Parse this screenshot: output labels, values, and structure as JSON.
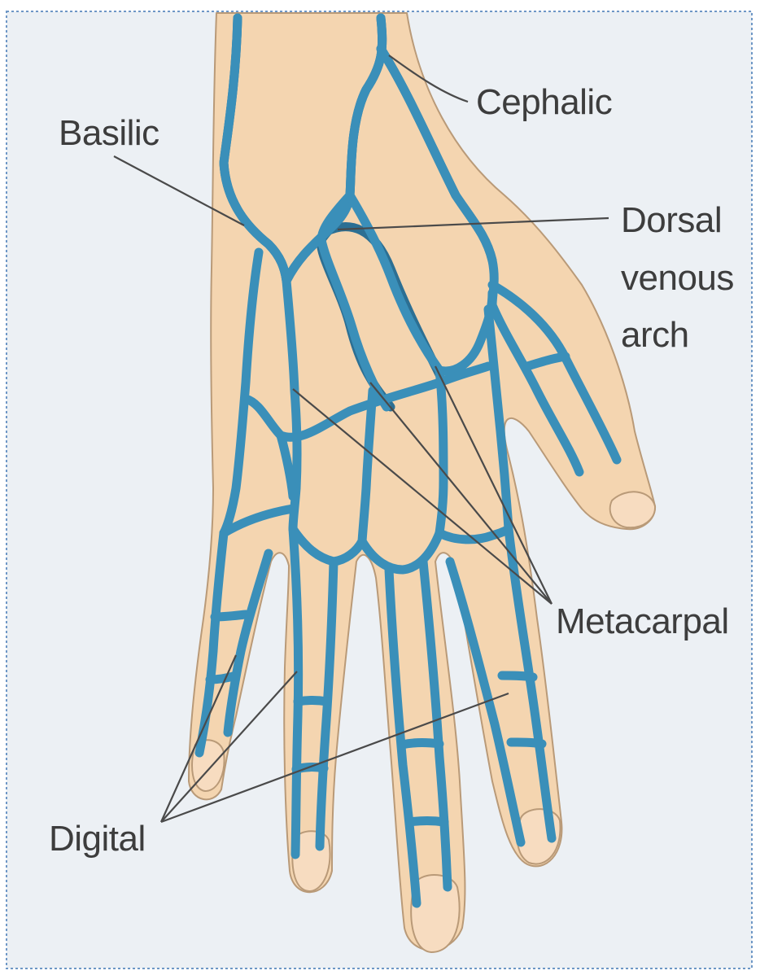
{
  "colors": {
    "background": "#ecf0f4",
    "border": "#6e97c6",
    "skin": "#f4d5b0",
    "skin_outline": "#b99a78",
    "vein": "#3a8fb9",
    "vein_edge": "#2c6f93",
    "leader_line": "#4a4a4a",
    "label_text": "#3d3d3d"
  },
  "labels": {
    "cephalic": "Cephalic",
    "basilic": "Basilic",
    "dorsal_venous_arch_line1": "Dorsal",
    "dorsal_venous_arch_line2": "venous",
    "dorsal_venous_arch_line3": "arch",
    "metacarpal": "Metacarpal",
    "digital": "Digital"
  }
}
